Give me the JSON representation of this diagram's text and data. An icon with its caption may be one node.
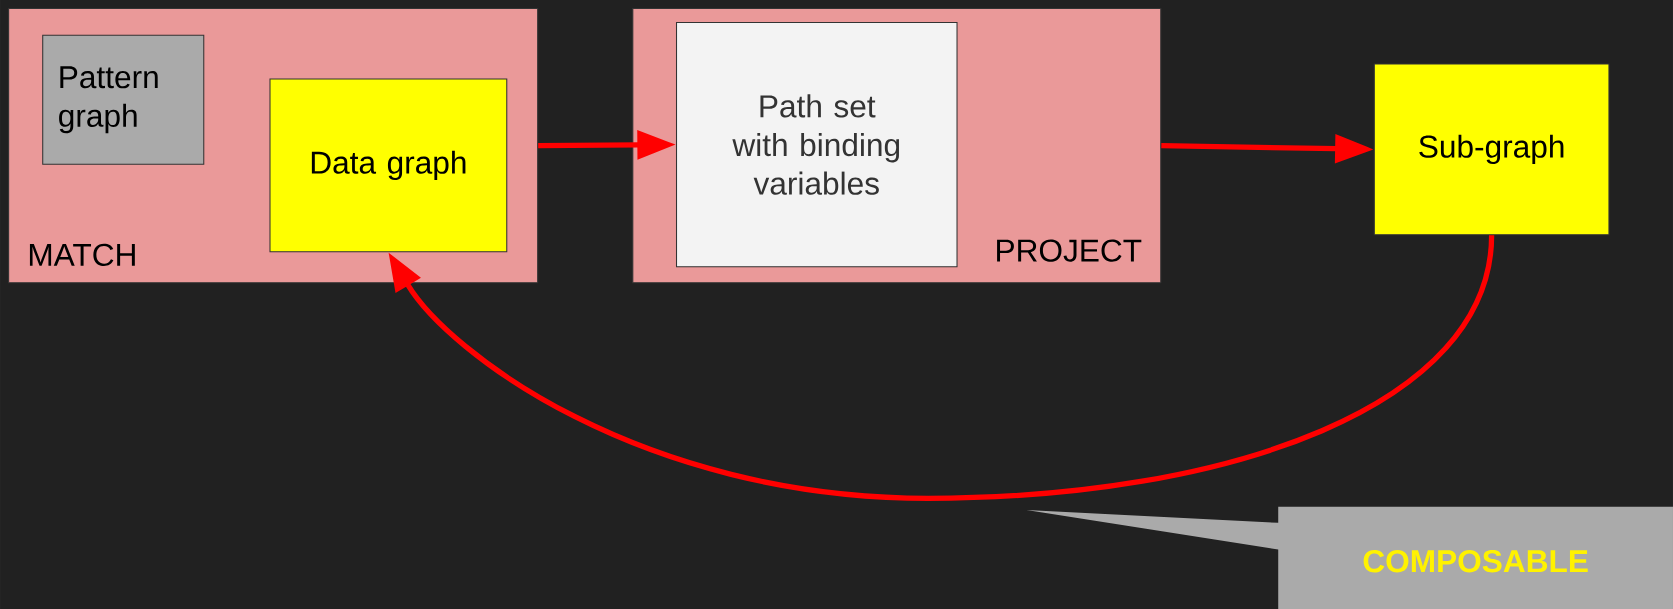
{
  "diagram": {
    "nodes": [
      {
        "text": [
          "MATCH"
        ]
      },
      {
        "text": [
          "Pattern graph"
        ],
        "in": 0
      },
      {
        "text": [
          "Data graph"
        ],
        "in": 0
      },
      {
        "text": [
          "PROJECT"
        ]
      },
      {
        "text": [
          "Path set with binding variables"
        ],
        "in": 3
      },
      {
        "text": [
          "Sub-graph"
        ]
      },
      {
        "text": [
          "COMPOSABLE"
        ]
      }
    ],
    "edges": [
      {
        "from": 0,
        "to": 4,
        "arrow": "to"
      },
      {
        "from": 3,
        "to": 5,
        "arrow": "to"
      },
      {
        "from": 5,
        "to": 2,
        "arrow": "to"
      }
    ]
  }
}
